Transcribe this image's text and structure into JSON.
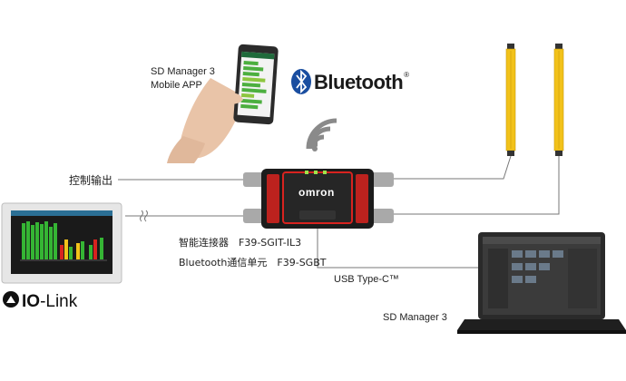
{
  "labels": {
    "mobile_app_line1": "SD Manager 3",
    "mobile_app_line2": "Mobile APP",
    "control_output": "控制输出",
    "smart_connector": "智能连接器　F39-SGIT-IL3",
    "bluetooth_unit": "Bluetooth通信单元　F39-SGBT",
    "usb": "USB Type-C™",
    "sd_manager": "SD Manager 3"
  },
  "logos": {
    "bluetooth_word": "Bluetooth",
    "bluetooth_mark": "®",
    "iolink_bold": "IO",
    "iolink_rest": "-Link",
    "omron": "omron"
  },
  "icons": [
    "bluetooth-icon",
    "wireless-signal-icon",
    "iolink-icon",
    "usb-cable-icon"
  ],
  "colors": {
    "light_curtain": "#f2c21a",
    "connector_body": "#1c1c1c",
    "connector_accent": "#d8231f",
    "hmi_green": "#35b534",
    "bluetooth_blue": "#1a4ea0",
    "laptop_body": "#2a2a2a"
  }
}
